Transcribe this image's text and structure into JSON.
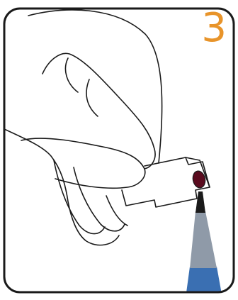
{
  "step": {
    "number": "3"
  },
  "colors": {
    "frame": "#1a1a1a",
    "background": "#ffffff",
    "step_number": "#e8942a",
    "blood_drop": "#5a0b1e",
    "test_strip_tip": "#1a1a1a",
    "test_strip_gray": "#8f9aa8",
    "test_strip_blue": "#3a6fb2"
  },
  "illustration": {
    "subject": "hand-holding-meter",
    "items": [
      "finger",
      "thumb",
      "meter",
      "blood-drop",
      "test-strip"
    ]
  }
}
